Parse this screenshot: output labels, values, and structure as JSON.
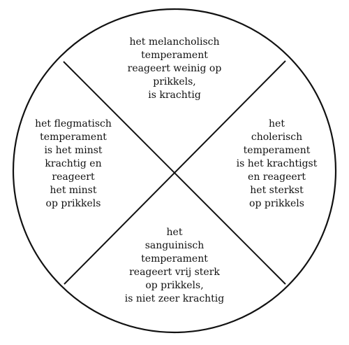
{
  "diagram": {
    "top": "het melancholisch\ntemperament\nreageert weinig op\nprikkels,\nis krachtig",
    "left": "het flegmatisch\ntemperament\nis het minst\nkrachtig en\nreageert\nhet minst\nop prikkels",
    "right": "het\ncholerisch\ntemperament\nis het krachtigst\nen reageert\nhet sterkst\nop prikkels",
    "bottom": "het\nsanguinisch\ntemperament\nreageert vrij sterk\nop prikkels,\nis niet zeer krachtig"
  },
  "colors": {
    "line": "#111111",
    "background": "#ffffff"
  }
}
